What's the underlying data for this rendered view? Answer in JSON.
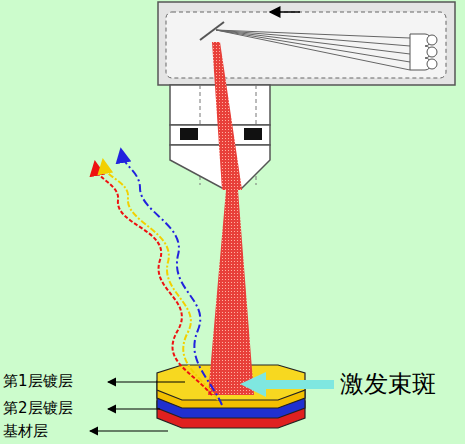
{
  "diagram": {
    "labels": [
      "第1层镀层",
      "第2层镀层",
      "基材层",
      "激发束斑"
    ]
  }
}
